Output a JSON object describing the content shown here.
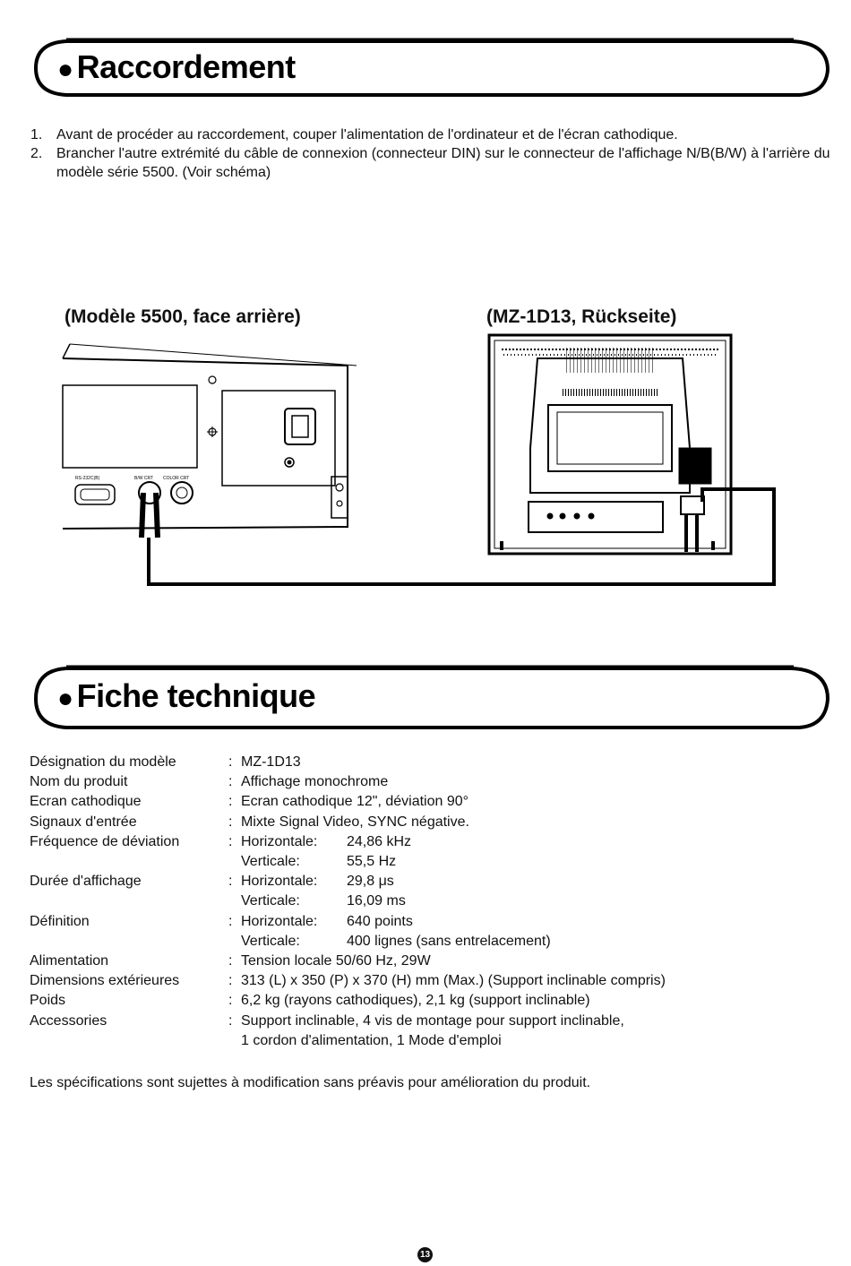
{
  "sections": {
    "connection": {
      "bullet": "●",
      "title": "Raccordement"
    },
    "specs": {
      "bullet": "●",
      "title": "Fiche technique"
    }
  },
  "steps": [
    {
      "num": "1.",
      "text": "Avant de procéder au raccordement, couper l'alimentation de l'ordinateur et de l'écran cathodique."
    },
    {
      "num": "2.",
      "text": "Brancher l'autre extrémité du câble de connexion (connecteur DIN) sur le connecteur de l'affichage N/B(B/W) à l'arrière du modèle série 5500. (Voir schéma)"
    }
  ],
  "diagram": {
    "left_label": "(Modèle 5500, face arrière)",
    "right_label": "(MZ-1D13, Rückseite)",
    "port_labels": {
      "rs232": "RS-232C(B)",
      "bw": "B/W CRT",
      "color": "COLOR CRT"
    }
  },
  "spec_rows": [
    {
      "label": "Désignation du modèle",
      "value": "MZ-1D13"
    },
    {
      "label": "Nom du produit",
      "value": "Affichage monochrome"
    },
    {
      "label": "Ecran cathodique",
      "value": "Ecran cathodique 12\", déviation 90°"
    },
    {
      "label": "Signaux d'entrée",
      "value": "Mixte Signal Video, SYNC négative."
    },
    {
      "label": "Fréquence de déviation",
      "sub": [
        {
          "label": "Horizontale:",
          "value": "24,86 kHz"
        },
        {
          "label": "Verticale:",
          "value": "55,5 Hz"
        }
      ]
    },
    {
      "label": "Durée d'affichage",
      "sub": [
        {
          "label": "Horizontale:",
          "value": "29,8 μs"
        },
        {
          "label": "Verticale:",
          "value": "16,09 ms"
        }
      ]
    },
    {
      "label": "Définition",
      "sub": [
        {
          "label": "Horizontale:",
          "value": "640 points"
        },
        {
          "label": "Verticale:",
          "value": "400 lignes (sans entrelacement)"
        }
      ]
    },
    {
      "label": "Alimentation",
      "value": "Tension locale 50/60 Hz, 29W"
    },
    {
      "label": "Dimensions extérieures",
      "value": "313 (L) x 350 (P) x 370 (H) mm (Max.) (Support inclinable compris)"
    },
    {
      "label": "Poids",
      "value": "6,2 kg (rayons cathodiques), 2,1 kg (support inclinable)"
    },
    {
      "label": "Accessories",
      "lines": [
        "Support inclinable, 4 vis de montage pour support inclinable,",
        "1 cordon d'alimentation, 1 Mode d'emploi"
      ]
    }
  ],
  "colon": ":",
  "note": "Les spécifications sont sujettes à modification sans préavis pour amélioration du produit.",
  "page_number": "13"
}
